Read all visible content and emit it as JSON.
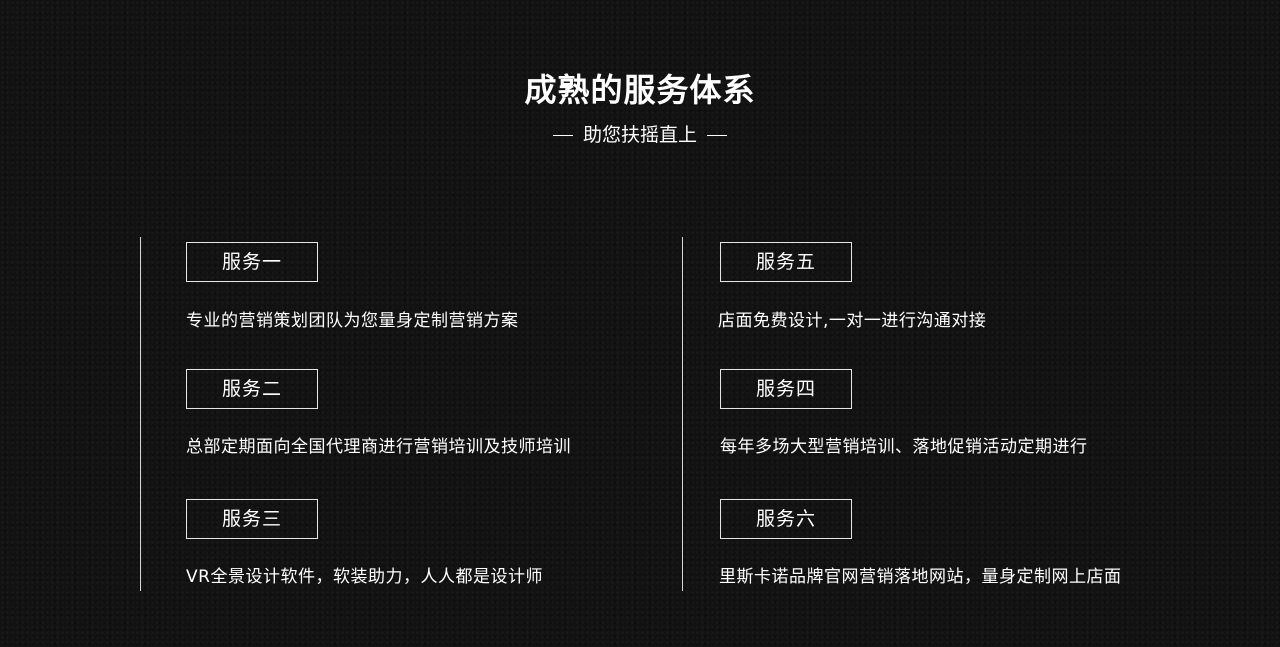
{
  "header": {
    "title": "成熟的服务体系",
    "subtitle": "助您扶摇直上"
  },
  "services": {
    "s1": {
      "label": "服务一",
      "desc": "专业的营销策划团队为您量身定制营销方案"
    },
    "s2": {
      "label": "服务二",
      "desc": "总部定期面向全国代理商进行营销培训及技师培训"
    },
    "s3": {
      "label": "服务三",
      "desc": "VR全景设计软件，软装助力，人人都是设计师"
    },
    "s5": {
      "label": "服务五",
      "desc": "店面免费设计,一对一进行沟通对接"
    },
    "s4": {
      "label": "服务四",
      "desc": "每年多场大型营销培训、落地促销活动定期进行"
    },
    "s6": {
      "label": "服务六",
      "desc": "里斯卡诺品牌官网营销落地网站，量身定制网上店面"
    }
  }
}
